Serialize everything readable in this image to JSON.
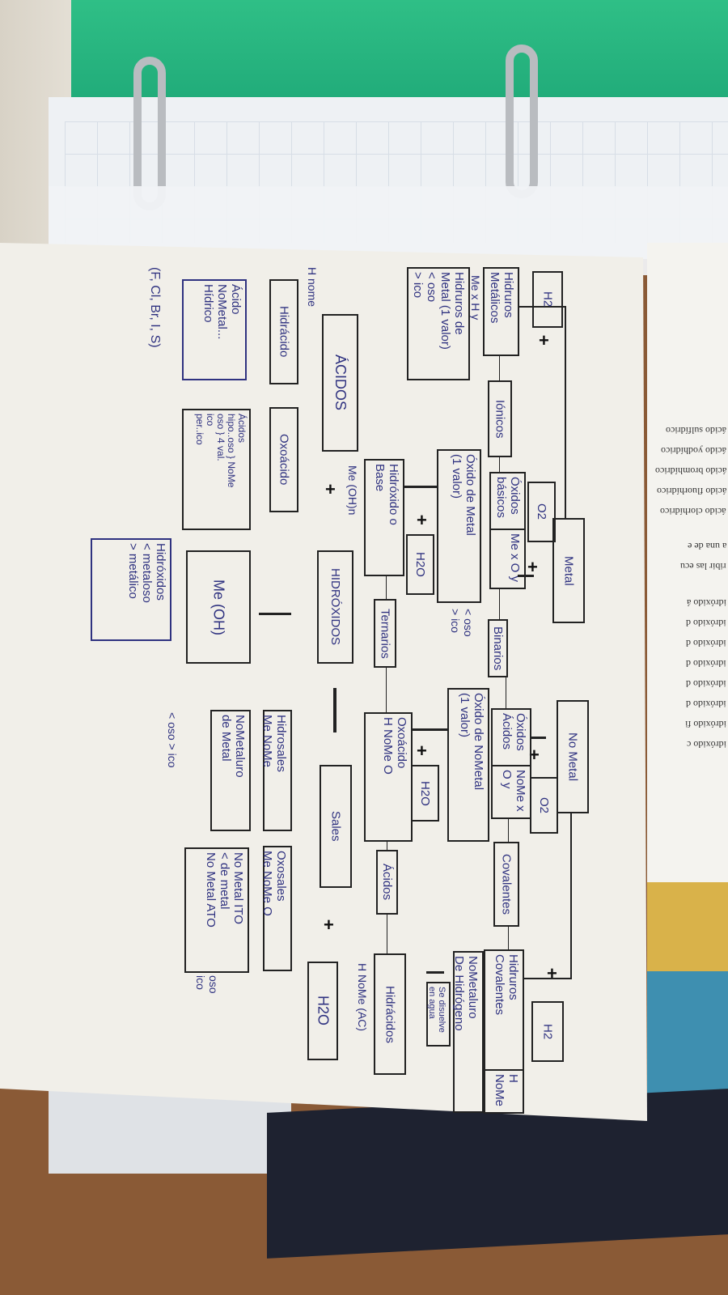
{
  "printed_page": {
    "lines": [
      "ácido sulfídrico",
      "ácido yodhídrico",
      "ácido bromhídrico",
      "ácido fluorhídrico",
      "ácido clorhídrico",
      "a una de e",
      "ribir las ecu",
      "idróxido á",
      "idróxido d",
      "idróxido d",
      "idróxido d",
      "idróxido d",
      "idróxido d",
      "idróxido fi",
      "idróxido c"
    ]
  },
  "diagram": {
    "metal": "Metal",
    "no_metal": "No Metal",
    "h2_left": "H2",
    "h2_right": "H2",
    "o2_left": "O2",
    "o2_right": "O2",
    "hidruros_metalicos": "Hidruros\nMetálicos",
    "mexhy": "Me x H y",
    "hidruros_de_metal": "Hidruros de\nMetal (1 valor)\n< oso\n> ico",
    "ionicos": "Iónicos",
    "oxidos_basicos": "Óxidos\nbásicos",
    "mexoy": "Me x O y",
    "binarios": "Binarios",
    "oxido_de_metal": "Óxido de Metal\n(1 valor)",
    "oxido_metal_note": "< oso\n> ico",
    "h2o_1": "H2O",
    "hidroxido_o_base": "Hidróxido o\nBase",
    "meohn": "Me (OH)n",
    "ternarios": "Ternarios",
    "oxidos_acidos": "Óxidos\nÁcidos",
    "nomexoy": "NoMe x O y",
    "covalentes": "Covalentes",
    "oxido_de_nometal": "Óxido de NoMetal\n(1 valor)",
    "h2o_2": "H2O",
    "oxoacido": "Oxoácido\nH NoMe O",
    "acidos_small": "Ácidos",
    "hidruros_covalentes": "Hidruros\nCovalentes",
    "hnome": "H NoMe",
    "nometaluro_hidrogeno": "NoMetaluro\nDe Hidrógeno",
    "se_disuelve": "Se disuelve\nen agua",
    "hidracidos": "Hidrácidos",
    "hnome_ac": "H NoMe (AC)",
    "acidos_big": "ÁCIDOS",
    "h_nome_label": "H nome",
    "hidracido": "Hidrácido",
    "oxoacido2": "Oxoácido",
    "acido_nometal_hidrico": "Ácido\nNoMetal...\nHídrico",
    "halogens": "(F, Cl, Br, I, S)",
    "acidos_hipo": "Ácidos\nhipo..oso } NoMe\noso            } 4 val.\nico\nper..ico",
    "hidroxidos_big": "HIDRÓXIDOS",
    "me_oh": "Me (OH)",
    "hidroxidos_note": "Hidróxidos\n< metaloso\n> metálico",
    "sales": "Sales",
    "h2o_3": "H2O",
    "hidrosales": "Hidrosales\nMe NoMe",
    "nometaluro_de_metal": "NoMetaluro\nde Metal",
    "hidrosales_note": "< oso   > ico",
    "oxosales": "Oxosales\nMe NoMe O",
    "oxosales_detail": "No Metal ITO\n< de metal\nNo Metal ATO",
    "oxosales_note": "oso\nico",
    "plus": "+"
  },
  "colors": {
    "ink": "#2f3280",
    "binder": "#1fa978",
    "paper": "#f1efe9"
  }
}
